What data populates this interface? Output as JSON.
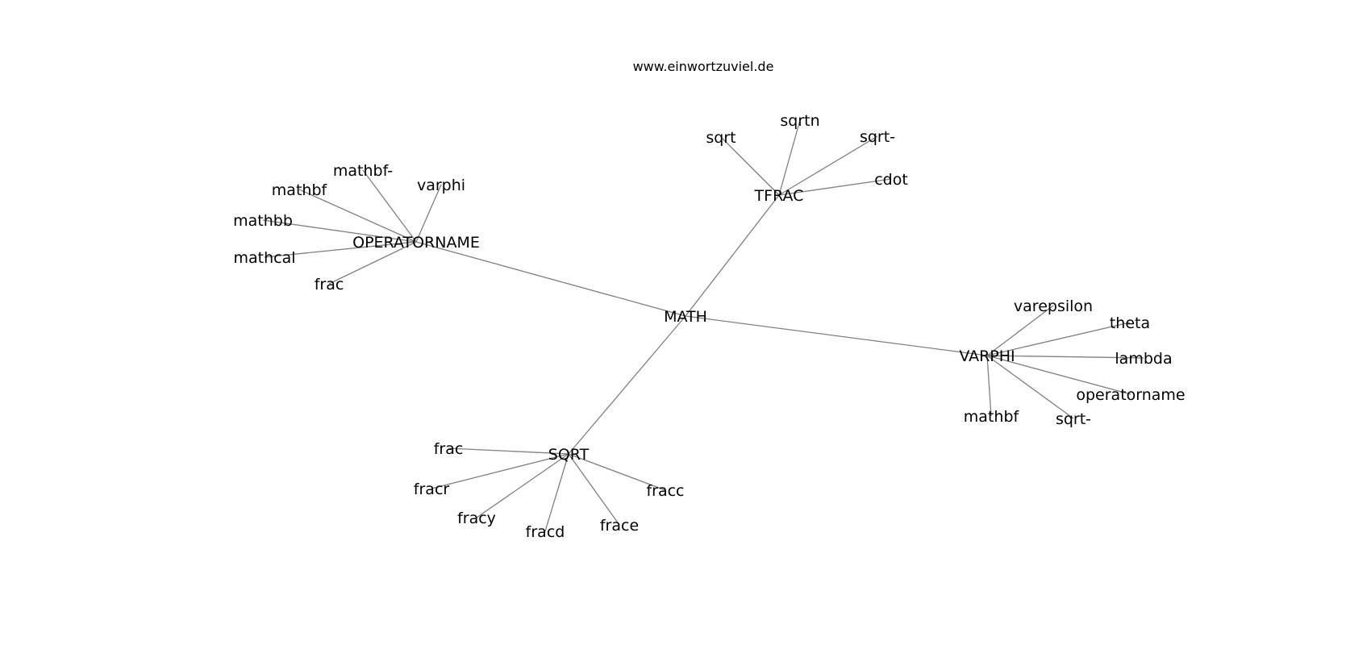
{
  "caption": "www.einwortzuviel.de",
  "graph": {
    "root": "MATH",
    "clusters": [
      {
        "hub": "OPERATORNAME",
        "leaves": [
          "mathbf-",
          "varphi",
          "mathbf",
          "mathbb",
          "mathcal",
          "frac"
        ]
      },
      {
        "hub": "TFRAC",
        "leaves": [
          "sqrt",
          "sqrtn",
          "sqrt-",
          "cdot"
        ]
      },
      {
        "hub": "VARPHI",
        "leaves": [
          "varepsilon",
          "theta",
          "lambda",
          "operatorname",
          "sqrt-",
          "mathbf"
        ]
      },
      {
        "hub": "SQRT",
        "leaves": [
          "frac",
          "fracr",
          "fracy",
          "fracd",
          "frace",
          "fracc"
        ]
      }
    ]
  }
}
